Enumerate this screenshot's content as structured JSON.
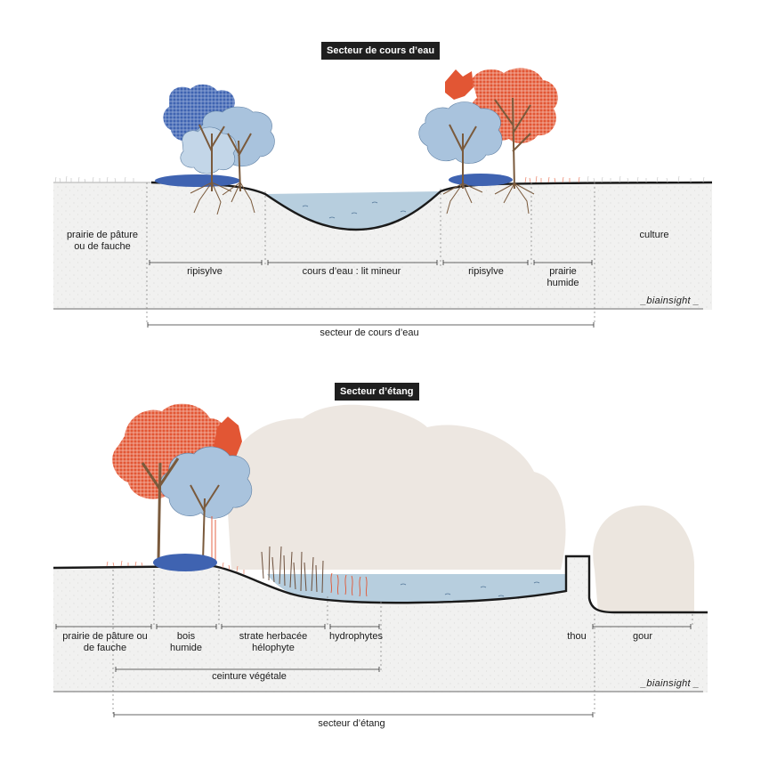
{
  "top": {
    "title": "Secteur de cours d’eau",
    "labels": {
      "prairie": "prairie de pâture ou de fauche",
      "culture": "culture",
      "ripisylve_left": "ripisylve",
      "stream": "cours d’eau : lit mineur",
      "ripisylve_right": "ripisylve",
      "prairie_humide": "prairie humide",
      "secteur": "secteur de cours d’eau"
    },
    "brand": "_biainsight _"
  },
  "bottom": {
    "title": "Secteur d’étang",
    "labels": {
      "prairie": "prairie de pâture ou de fauche",
      "bois": "bois humide",
      "strate": "strate herbacée hélophyte",
      "hydrophytes": "hydrophytes",
      "thou": "thou",
      "gour": "gour",
      "ceinture": "ceinture végétale",
      "secteur": "secteur d’étang"
    },
    "brand": "_biainsight _"
  },
  "colors": {
    "ground": "#f1f1f0",
    "water": "#b7cede",
    "tree_blue": "#a9c3dd",
    "tree_navy": "#3f63b1",
    "tree_red": "#e25634",
    "haze": "#ece6df",
    "trunk": "#7a5a3c"
  }
}
